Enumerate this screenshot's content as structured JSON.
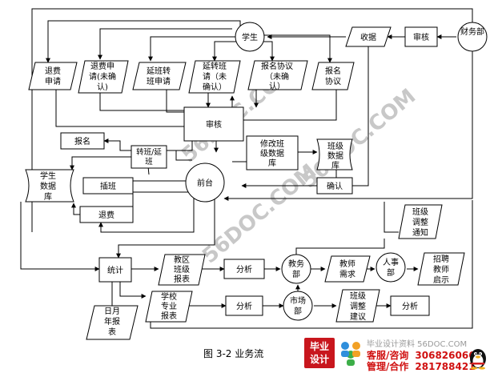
{
  "nodes": {
    "xuesheng": "学生",
    "caiwubu": "财务部",
    "shenhe_top": "审核",
    "shouju": "收据",
    "tuifei_shenqing": [
      "退费",
      "申请"
    ],
    "tuifei_weiqueren": [
      "退费申",
      "请(未确",
      "认)"
    ],
    "yanban_zhuanban": [
      "延班转",
      "班申请"
    ],
    "yanzhuanban_weiqueren": [
      "延转班",
      "请（未",
      "确认）"
    ],
    "baoming_xieyi_weiqueren": [
      "报名协议",
      "（未确",
      "认）"
    ],
    "baoming_xieyi": [
      "报名",
      "协议"
    ],
    "shenhe_mid": "审核",
    "baoming": "报名",
    "zhuanban_yanban": [
      "转班/延",
      "班"
    ],
    "xiugai_banji": [
      "修改班",
      "级数据",
      "库"
    ],
    "banji_shujuku": [
      "班级",
      "数据",
      "库"
    ],
    "xuesheng_shujuku": [
      "学生",
      "数据",
      "库"
    ],
    "chaban": "插班",
    "qiantai": "前台",
    "queren": "确认",
    "tuifei": "退费",
    "banji_tiaozheng_tongzhi": [
      "班级",
      "调整",
      "通知"
    ],
    "tongji": "统计",
    "jiaoqu_baobiao": [
      "教区",
      "班级",
      "报表"
    ],
    "fenxi1": "分析",
    "jiaowubu": [
      "教务",
      "部"
    ],
    "jiaoshi_xuqiu": [
      "教师",
      "需求"
    ],
    "renshibu": [
      "人事",
      "部"
    ],
    "zhaopin_qishi": [
      "招聘",
      "教师",
      "启示"
    ],
    "riyue_baobiao": [
      "日月",
      "年报",
      "表"
    ],
    "xuexiao_baobiao": [
      "学校",
      "专业",
      "报表"
    ],
    "fenxi2": "分析",
    "shichangbu": [
      "市场",
      "部"
    ],
    "banji_tiaozheng_jianyi": [
      "班级",
      "调整",
      "建议"
    ],
    "fenxi3": "分析"
  },
  "watermarks": [
    "56DOC.COM",
    "56DOC.COM",
    "56DOC.COM"
  ],
  "caption": "图 3-2   业务流",
  "ad": {
    "logo": [
      "毕业",
      "设计"
    ],
    "site": "毕业设计资料 56DOC.COM",
    "row1_label": "客服/咨询",
    "row1_number": "306826066",
    "row2_label": "管理/合作",
    "row2_number": "281788421"
  },
  "colors": {
    "ad_red": "#c8161d",
    "watermark": "#c8c8c8"
  }
}
